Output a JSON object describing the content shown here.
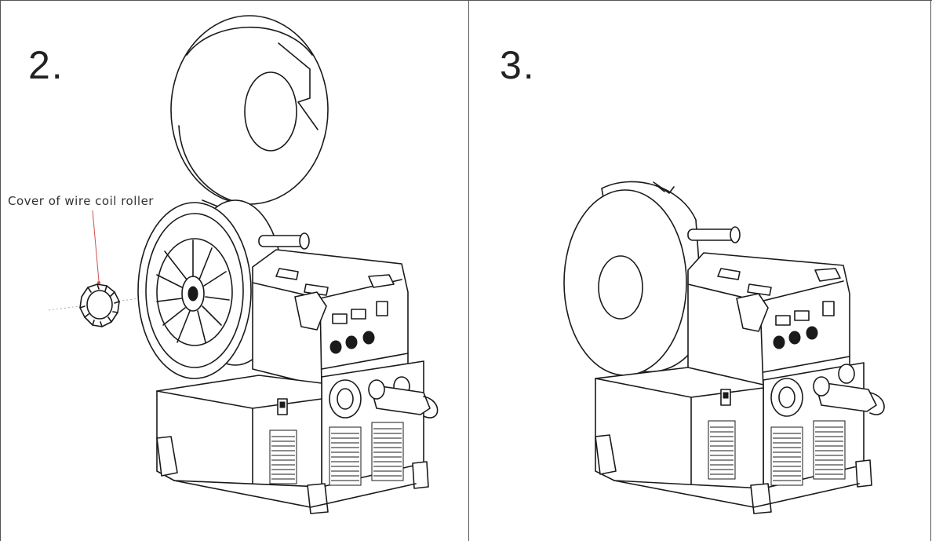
{
  "steps": [
    {
      "number": "2.",
      "callout": "Cover of wire coil roller"
    },
    {
      "number": "3."
    }
  ],
  "colors": {
    "line": "#1a1a1a",
    "leader": "#d05050",
    "frame": "#555555"
  }
}
